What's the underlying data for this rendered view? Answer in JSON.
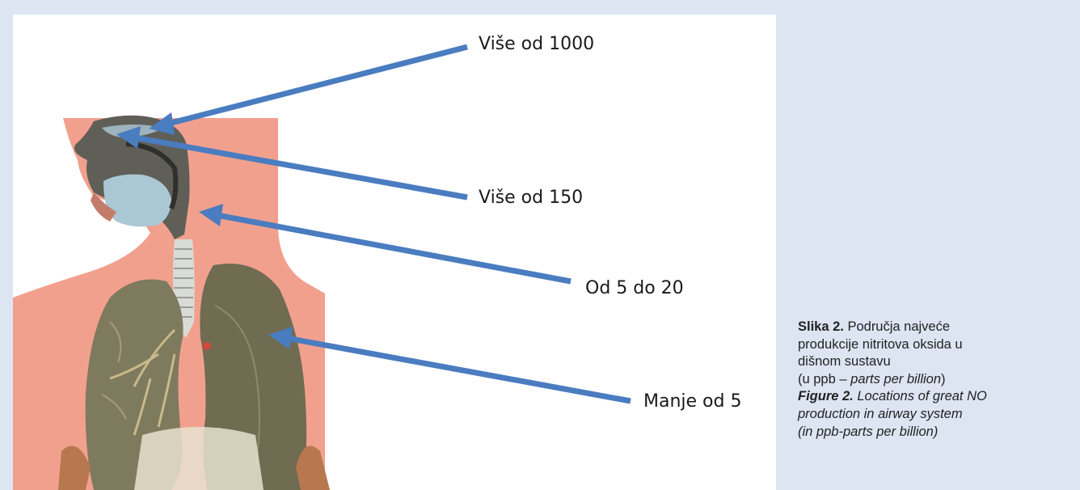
{
  "labels": {
    "nose": "Više od 1000",
    "paranasal": "Više od 150",
    "trachea": "Od 5 do 20",
    "lungs": "Manje od 5"
  },
  "caption": {
    "hr_title": "Slika 2.",
    "hr_text_1": " Područja najveće",
    "hr_text_2": "produkcije nitritova oksida u",
    "hr_text_3": "dišnom sustavu",
    "hr_unit_prefix": "(u ppb – ",
    "hr_unit_italic": "parts per billion",
    "hr_unit_suffix": ")",
    "en_title": "Figure 2.",
    "en_text_1": " Locations of great NO",
    "en_text_2": "production in airway system",
    "en_text_3": "(in ppb-parts per billion)"
  },
  "colors": {
    "background": "#dde5f3",
    "body_silhouette": "#f2a08e",
    "arrow": "#4a7cc0",
    "lungs": "#7e7a5e"
  }
}
